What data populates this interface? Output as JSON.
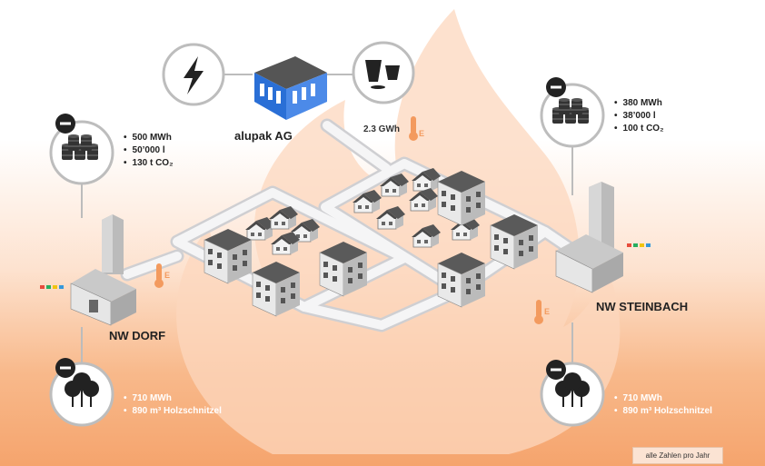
{
  "heading": "alupak AG",
  "plants": {
    "left": {
      "name": "NW DORF",
      "oil_stats": [
        "500 MWh",
        "50’000 l",
        "130 t CO₂"
      ],
      "wood_stats": [
        "710 MWh",
        "890 m³ Holzschnitzel"
      ]
    },
    "right": {
      "name": "NW STEINBACH",
      "oil_stats": [
        "380 MWh",
        "38’000 l",
        "100 t CO₂"
      ],
      "wood_stats": [
        "710 MWh",
        "890 m³ Holzschnitzel"
      ]
    }
  },
  "heat_supply": "2.3 GWh",
  "footnote": "alle Zahlen pro Jahr",
  "icons": [
    "lightning-icon",
    "cups-icon",
    "oil-barrels-icon",
    "trees-icon",
    "minus-icon",
    "thermometer-icon",
    "flame-icon"
  ],
  "colors": {
    "accent": "#f39a5e",
    "factory_blue": "#2a6fd6",
    "road": "#e8e8ea",
    "circle_border": "#bdbdbd"
  }
}
